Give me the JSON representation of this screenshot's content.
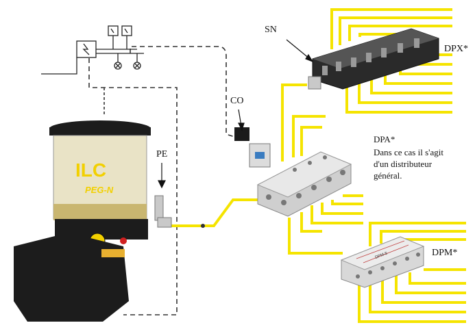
{
  "labels": {
    "sn": "SN",
    "dpx": "DPX*",
    "co": "CO",
    "pe": "PE",
    "dpa": "DPA*",
    "dpa_note": [
      "Dans ce cas il s'agit",
      "d'un distributeur",
      "général."
    ],
    "dpm": "DPM*",
    "pump_brand": "ILC",
    "pump_model": "PEG-N",
    "dpm_tag": "DPM-5"
  },
  "colors": {
    "lube_line": "#f5e400",
    "pump_yellow": "#f2d000",
    "body_dark": "#1c1c1c",
    "metal": "#c9c9c9",
    "dashed_line": "#333333"
  }
}
